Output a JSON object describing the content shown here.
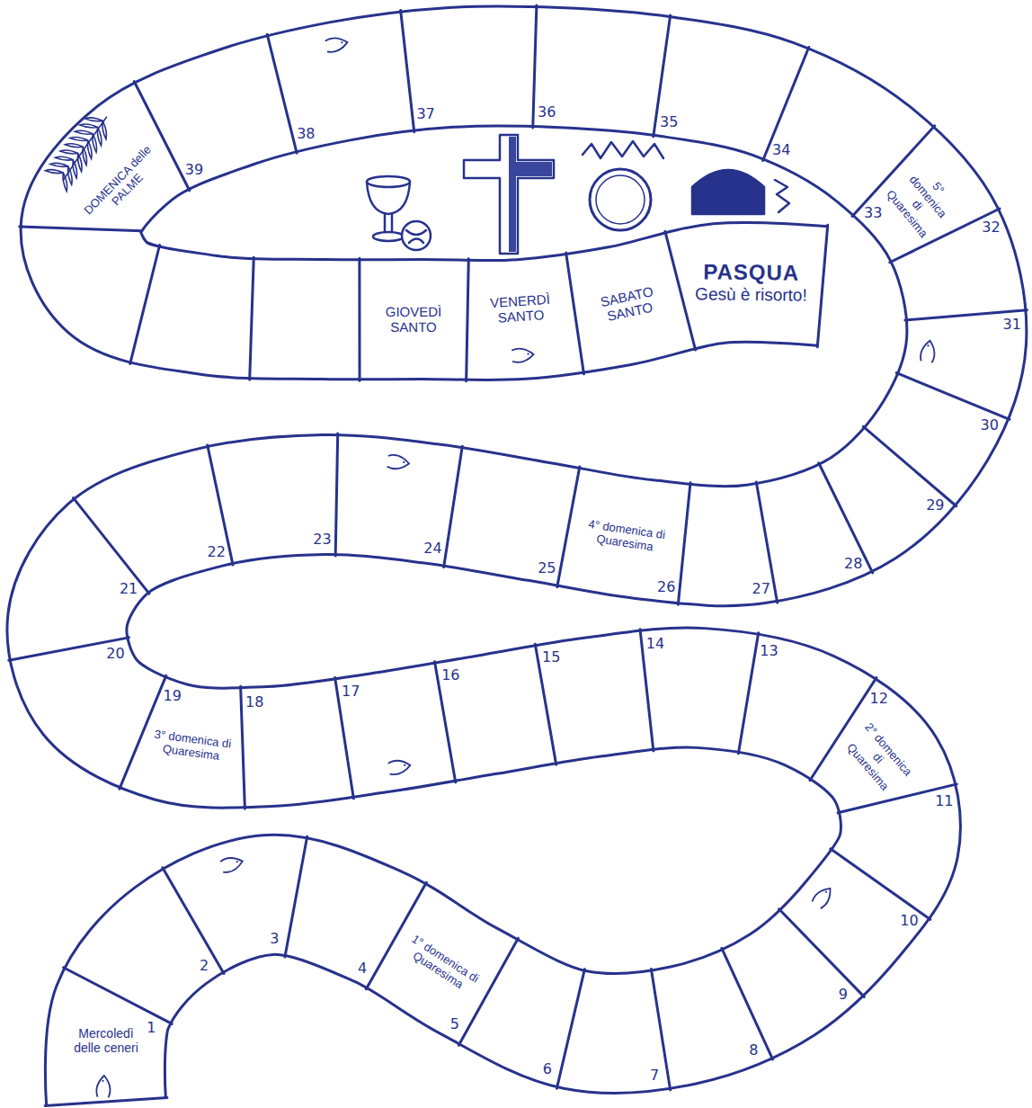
{
  "diagram": {
    "nodes": [
      {
        "text": [
          "Mercoledì delle ceneri"
        ]
      },
      {
        "text": [
          "1° domenica di Quaresima"
        ]
      },
      {
        "text": [
          "2° domenica di Quaresima"
        ]
      },
      {
        "text": [
          "3° domenica di Quaresima"
        ]
      },
      {
        "text": [
          "4° domenica di Quaresima"
        ]
      },
      {
        "text": [
          "5° domenica di Quaresima"
        ]
      },
      {
        "text": [
          "DOMENICA delle PALME"
        ]
      },
      {
        "text": [
          "GIOVEDÌ SANTO"
        ]
      },
      {
        "text": [
          "VENERDÌ SANTO"
        ]
      },
      {
        "text": [
          "SABATO SANTO"
        ]
      },
      {
        "text": [
          "PASQUA",
          "Gesù è risorto!"
        ]
      }
    ],
    "labels": [
      "1",
      "2",
      "3",
      "4",
      "5",
      "6",
      "7",
      "8",
      "9",
      "10",
      "11",
      "12",
      "13",
      "14",
      "15",
      "16",
      "17",
      "18",
      "19",
      "20",
      "21",
      "22",
      "23",
      "24",
      "25",
      "26",
      "27",
      "28",
      "29",
      "30",
      "31",
      "32",
      "33",
      "34",
      "35",
      "36",
      "37",
      "38",
      "39"
    ]
  }
}
